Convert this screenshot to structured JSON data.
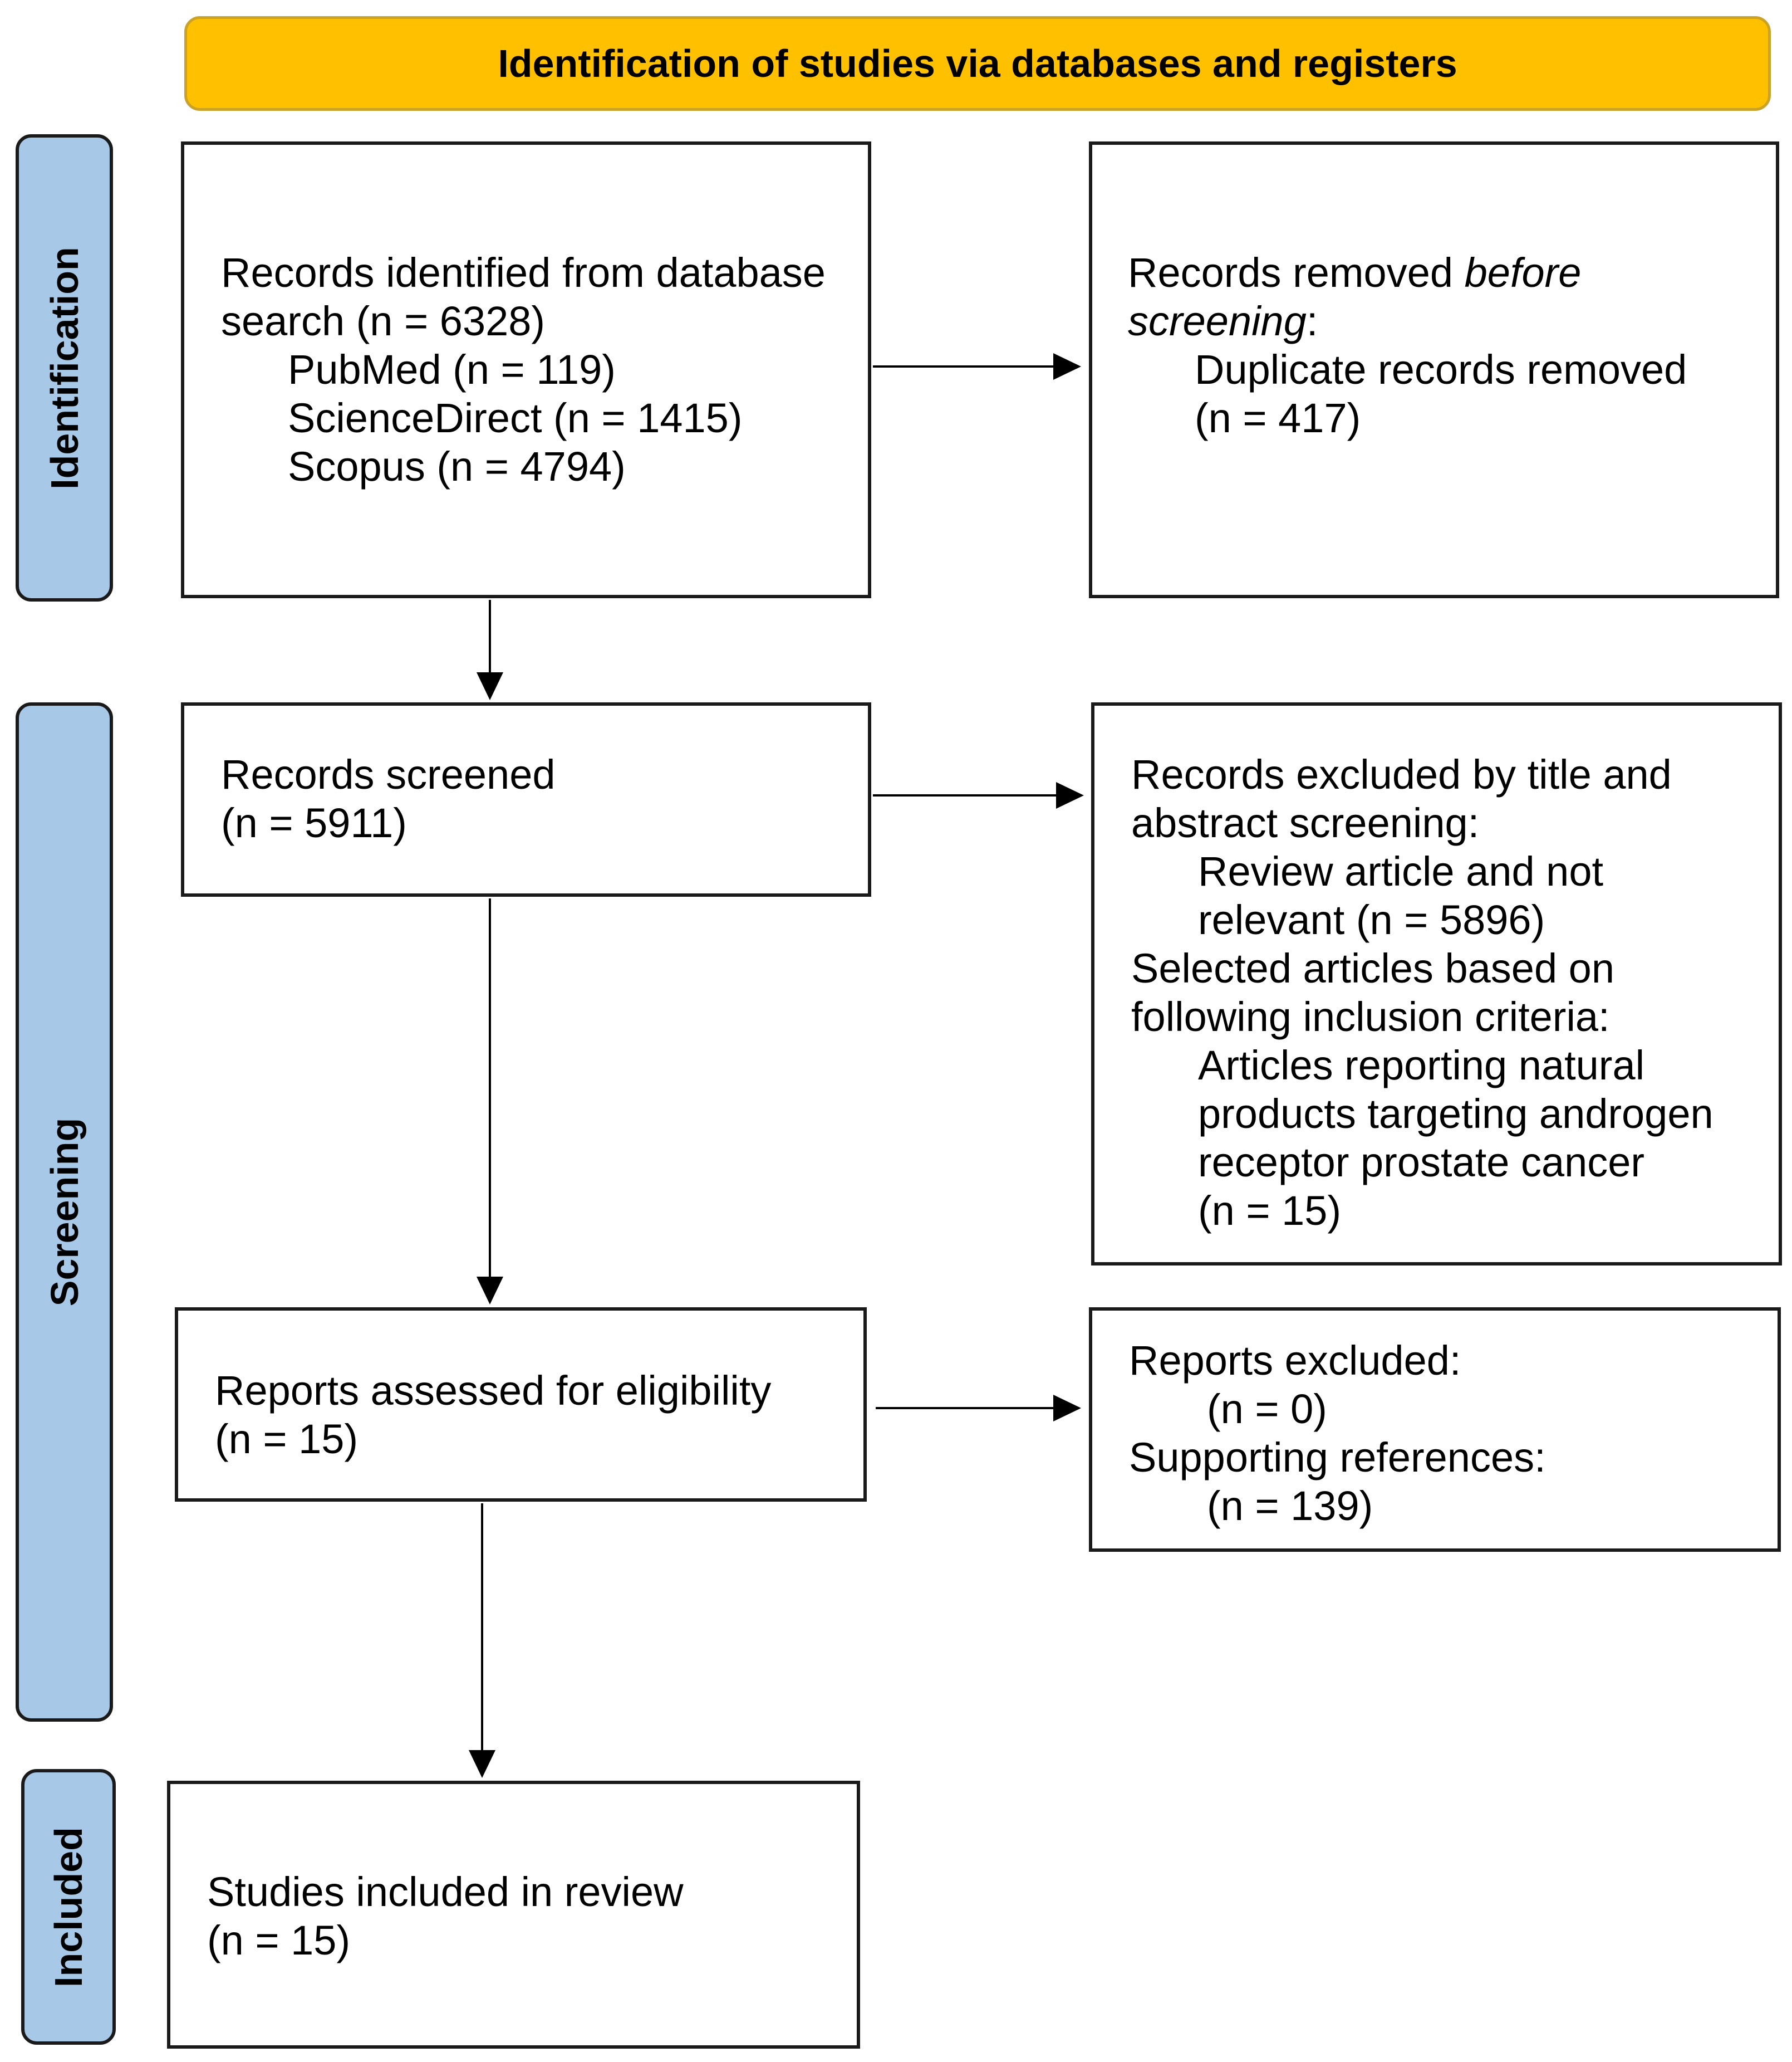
{
  "banner": {
    "title": "Identification of studies via databases and registers"
  },
  "phases": {
    "identification": "Identification",
    "screening": "Screening",
    "included": "Included"
  },
  "records_identified": {
    "line1": "Records identified from database",
    "line2": "search (n = 6328)",
    "pubmed": "PubMed (n = 119)",
    "sciencedirect": "ScienceDirect (n = 1415)",
    "scopus": "Scopus (n = 4794)"
  },
  "records_removed": {
    "prefix": "Records removed ",
    "before": "before",
    "screening_word": "screening",
    "colon": ":",
    "duplicates": "Duplicate records removed",
    "count": "(n = 417)"
  },
  "records_screened": {
    "label": "Records screened",
    "count": "(n = 5911)"
  },
  "records_excluded": {
    "line1": "Records excluded by title and",
    "line2": "abstract screening:",
    "line3": "Review article and not",
    "line4": "relevant (n = 5896)",
    "line5": "Selected articles based on",
    "line6": "following inclusion criteria:",
    "line7": "Articles reporting natural",
    "line8": "products targeting androgen",
    "line9": "receptor prostate cancer",
    "line10": "(n = 15)"
  },
  "reports_assessed": {
    "label": "Reports assessed for eligibility",
    "count": "(n = 15)"
  },
  "reports_excluded": {
    "line1": "Reports excluded:",
    "line2": "(n = 0)",
    "line3": "Supporting references:",
    "line4": "(n = 139)"
  },
  "studies_included": {
    "label": "Studies included in review",
    "count": "(n = 15)"
  },
  "colors": {
    "banner": "#FFC000",
    "phase": "#A8C8E8",
    "stroke": "#1a1a1a"
  }
}
